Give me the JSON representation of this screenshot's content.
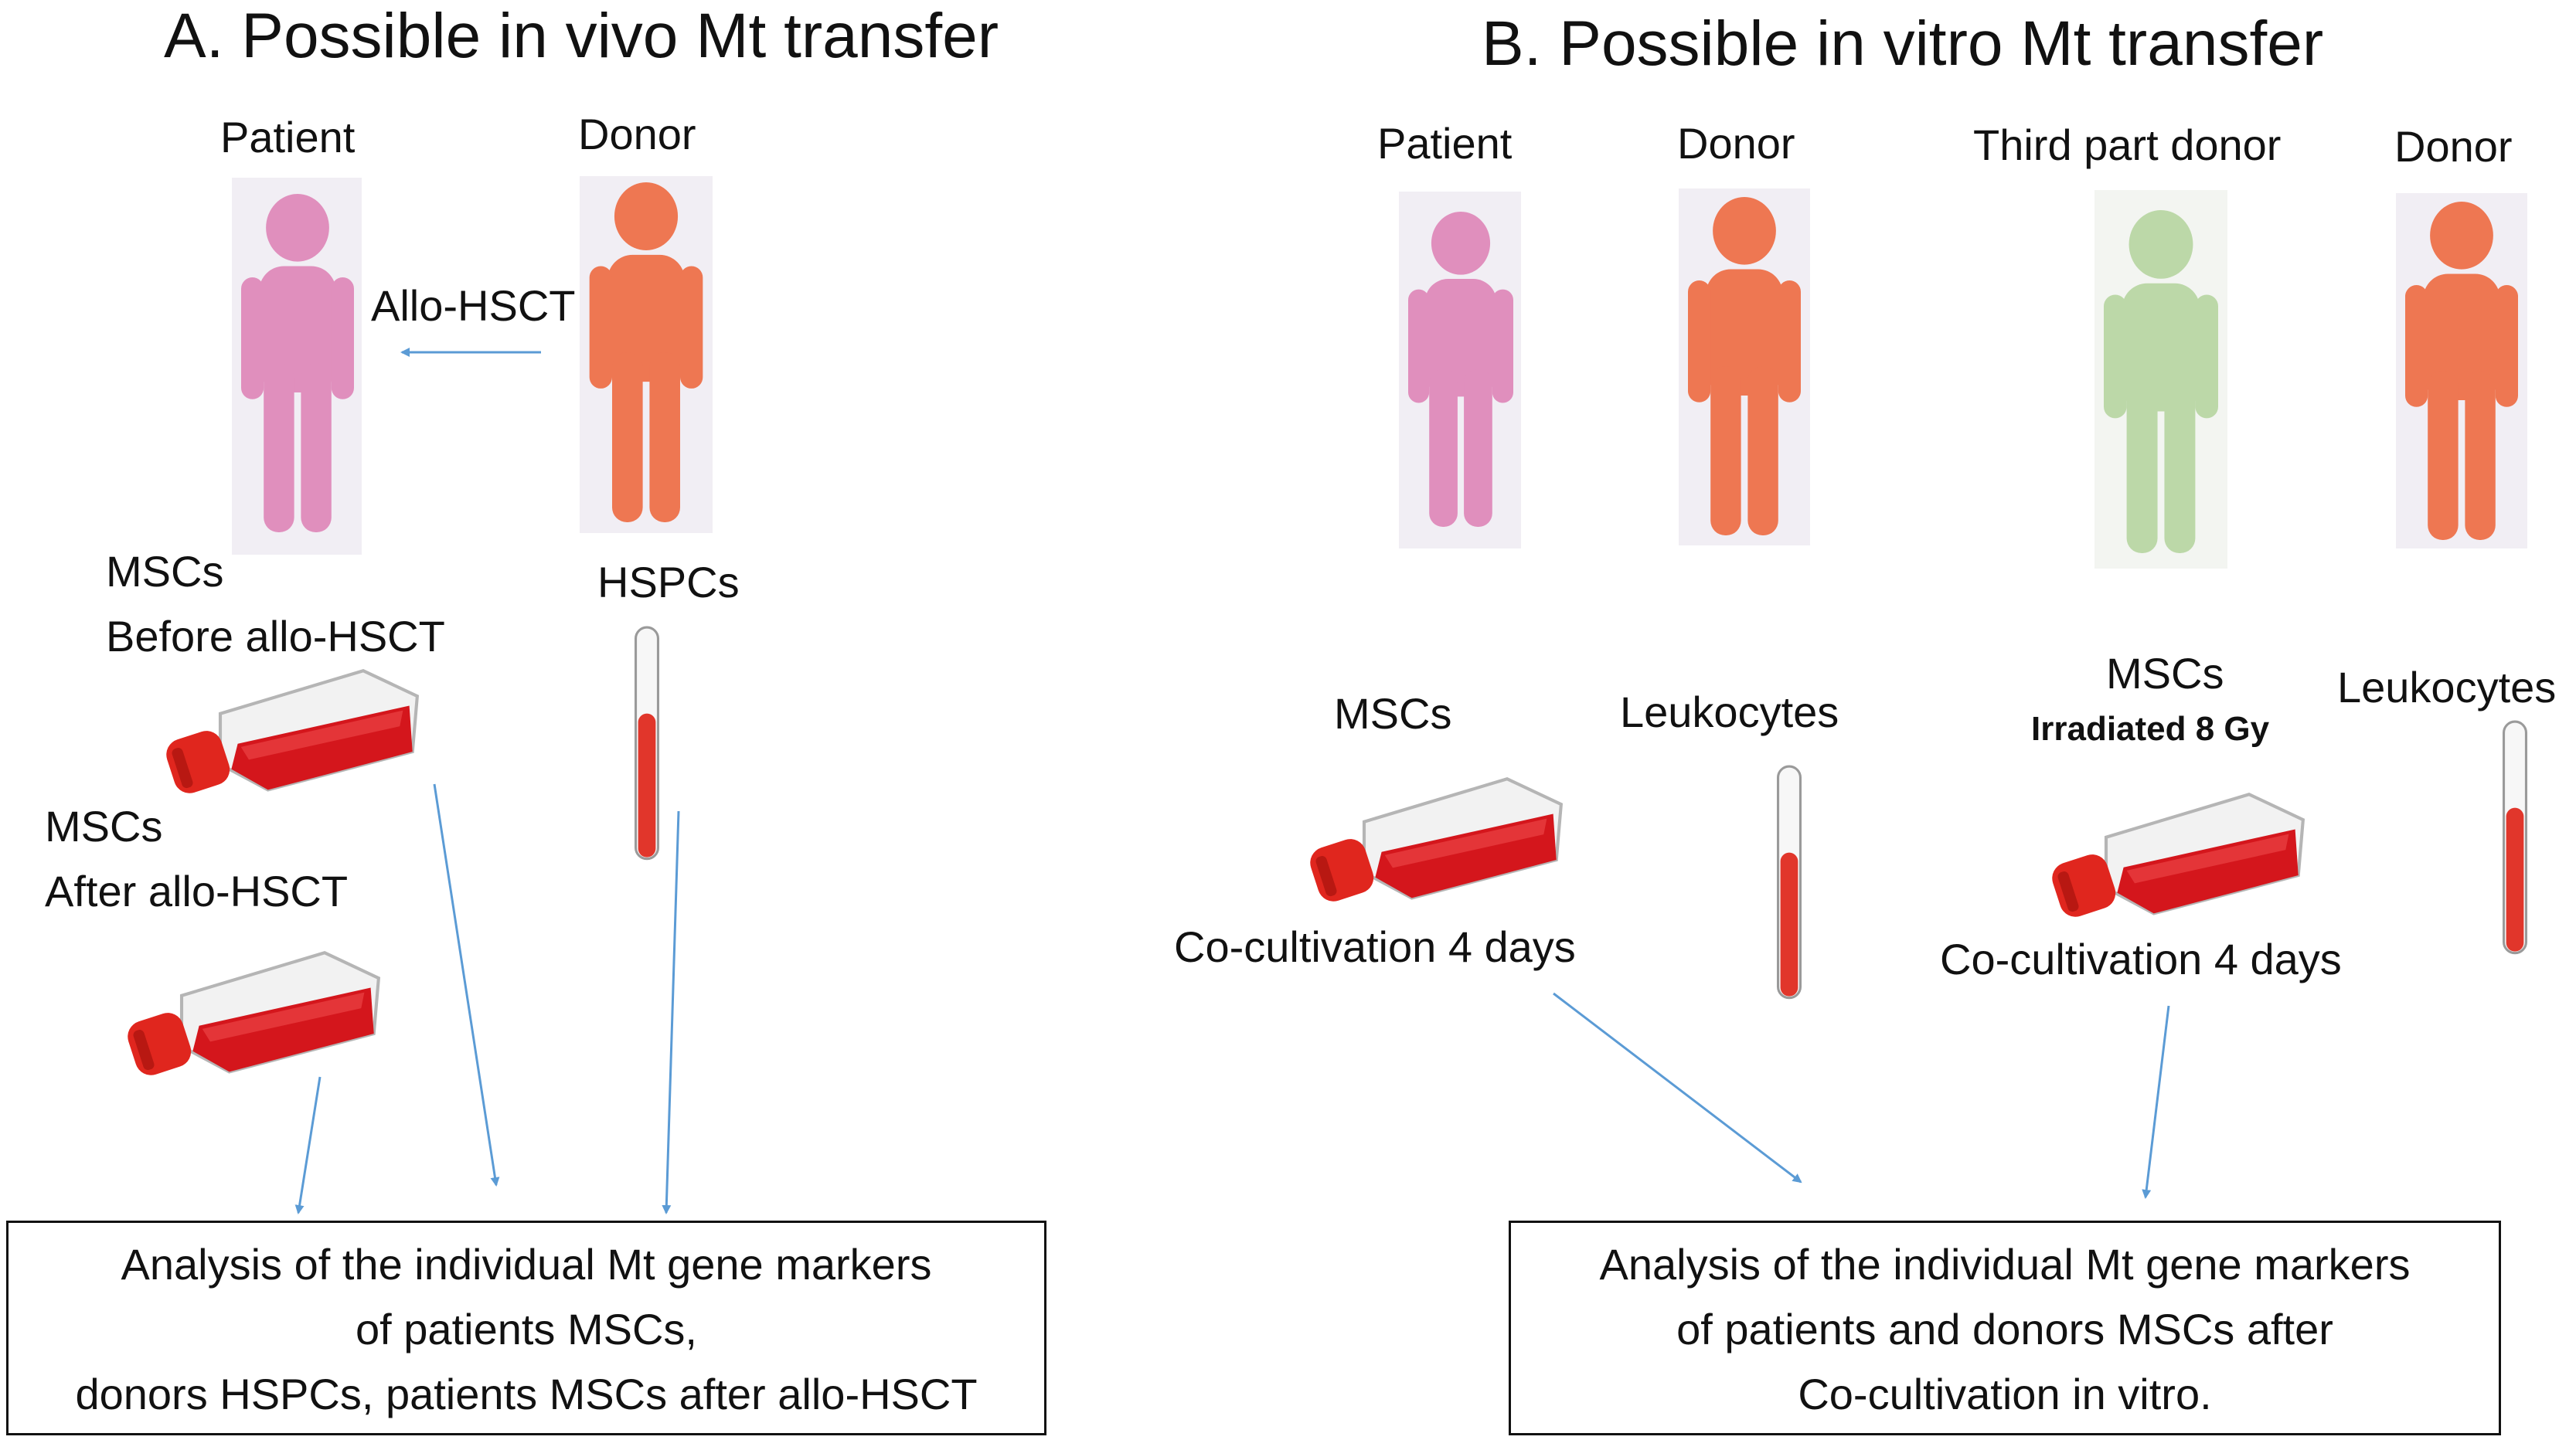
{
  "panel_a": {
    "title": "A. Possible in vivo Mt transfer",
    "patient_label": "Patient",
    "donor_label": "Donor",
    "transfer_label": "Allo-HSCT",
    "mscs_before_line1": "MSCs",
    "mscs_before_line2": "Before allo-HSCT",
    "hspcs_label": "HSPCs",
    "mscs_after_line1": "MSCs",
    "mscs_after_line2": "After allo-HSCT",
    "analysis_lines": [
      "Analysis of the individual Mt gene markers",
      "of patients MSCs,",
      "donors HSPCs, patients MSCs after allo-HSCT"
    ]
  },
  "panel_b": {
    "title": "B. Possible in vitro Mt transfer",
    "patient_label": "Patient",
    "donor_label": "Donor",
    "third_party_label": "Third part donor",
    "donor2_label": "Donor",
    "mscs_label": "MSCs",
    "leukocytes_label": "Leukocytes",
    "cocultivation_label": "Co-cultivation 4 days",
    "mscs2_label": "MSCs",
    "irradiated_label": "Irradiated 8 Gy",
    "leukocytes2_label": "Leukocytes",
    "cocultivation2_label": "Co-cultivation 4 days",
    "analysis_lines": [
      "Analysis of the individual Mt gene markers",
      "of patients and donors MSCs after",
      "Co-cultivation in vitro."
    ]
  },
  "colors": {
    "patient": "#e08fbd",
    "donor": "#ee7752",
    "third_party": "#bcd8a8",
    "figure_bg": "#f1eef4",
    "flask_media": "#d4161c",
    "flask_cap": "#e0261e",
    "tube_fill": "#e1362b",
    "arrow": "#5b9bd5"
  },
  "icons": [
    "person-icon",
    "culture-flask-icon",
    "test-tube-icon",
    "arrow-icon"
  ]
}
